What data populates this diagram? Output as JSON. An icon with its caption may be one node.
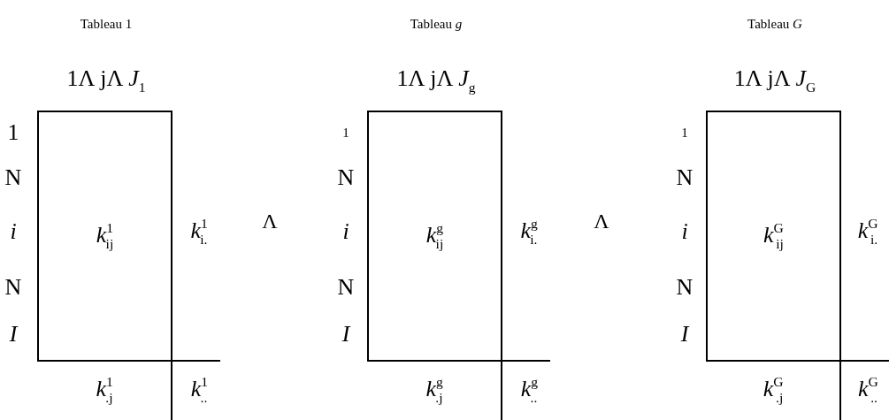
{
  "diagram": {
    "nodes": [
      {
        "text": [
          "*k*$^{1}$$_{ij}$"
        ]
      },
      {
        "text": [
          "*k*$^{g}$$_{ij}$"
        ]
      },
      {
        "text": [
          "*k*$^{G}$$_{ij}$"
        ]
      }
    ],
    "labels": [
      "Tableau 1",
      "1Λ jΛ *J*$_{1}$",
      "1",
      "N",
      "i",
      "N",
      "I",
      "*k*$^{1}$$_{i.}$",
      "*k*$^{1}$$_{.j}$",
      "*k*$^{1}$$_{..}$",
      "Λ",
      "Tableau *g*",
      "1Λ jΛ *J*$_{g}$",
      "1",
      "N",
      "i",
      "N",
      "I",
      "*k*$^{g}$$_{i.}$",
      "*k*$^{g}$$_{.j}$",
      "*k*$^{g}$$_{..}$",
      "Λ",
      "Tableau *G*",
      "1Λ jΛ *J*$_{G}$",
      "1",
      "N",
      "i",
      "N",
      "I",
      "*k*$^{G}$$_{i.}$",
      "*k*$^{G}$$_{.j}$",
      "*k*$^{G}$$_{..}$"
    ]
  }
}
